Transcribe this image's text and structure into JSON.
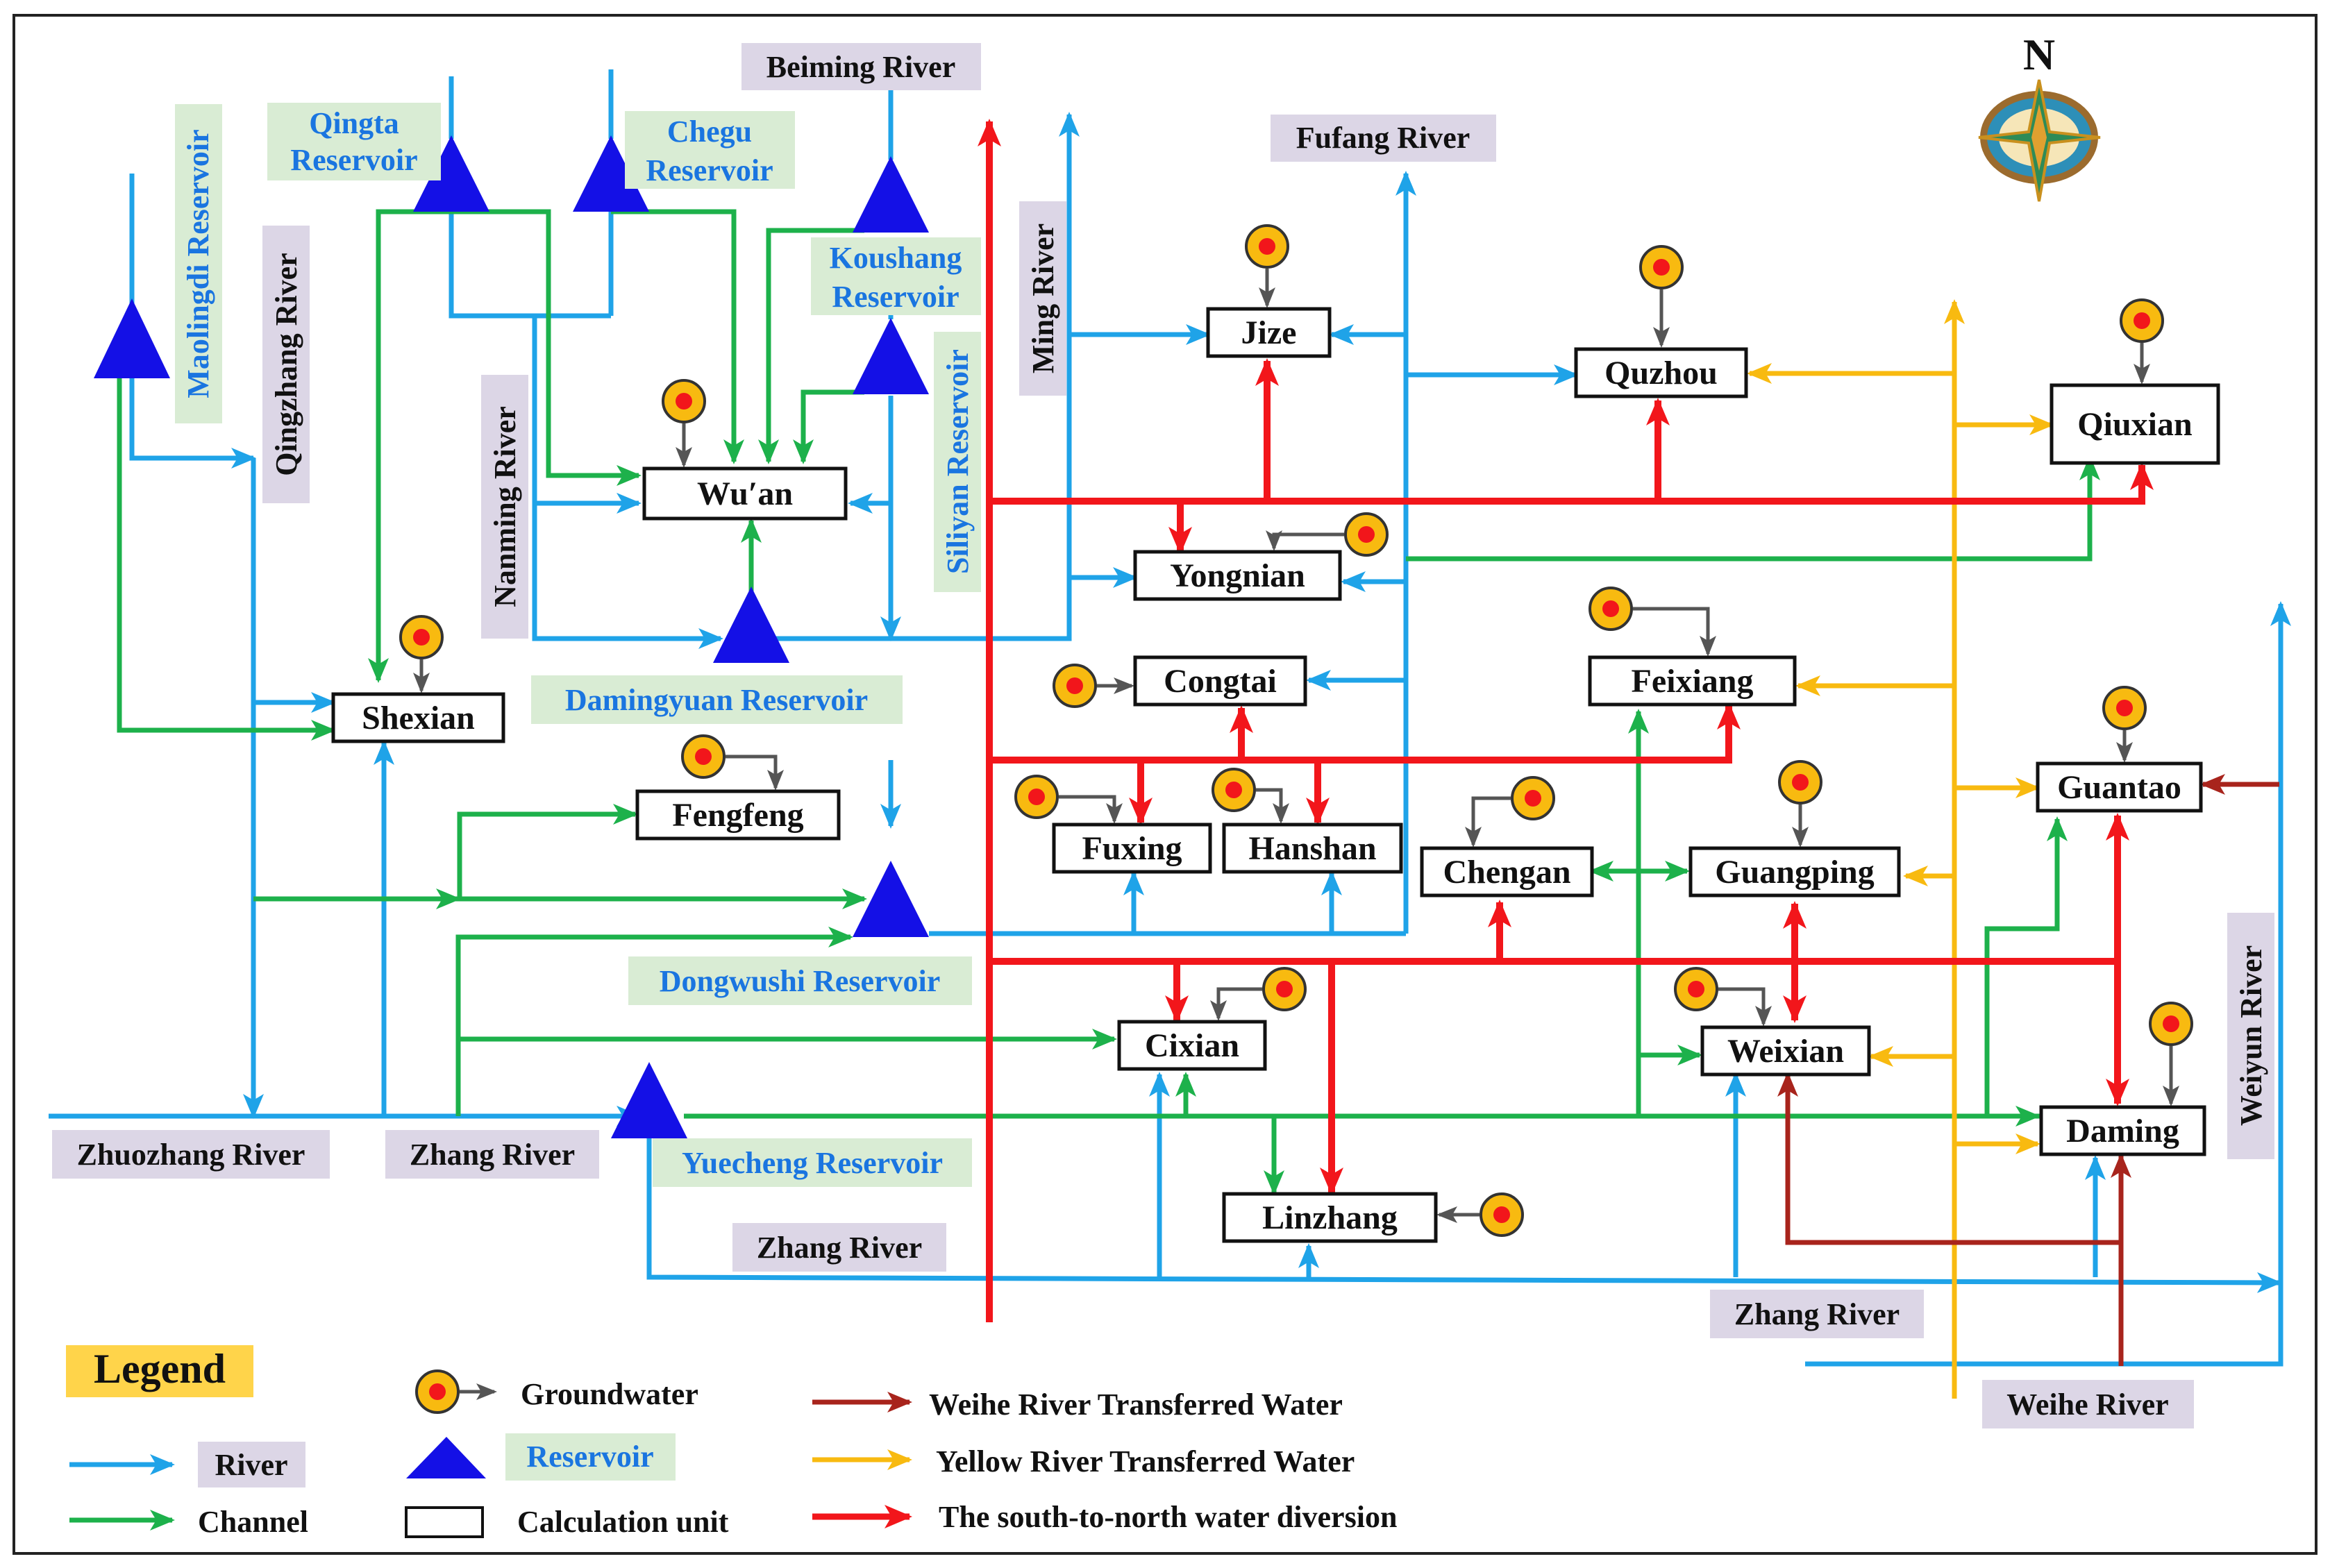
{
  "diagram": {
    "compass": "N",
    "colors": {
      "river": "#1FA3E8",
      "channel": "#1DB14B",
      "south_north": "#F2161B",
      "yellow_river": "#F8BA10",
      "weihe": "#A8241C",
      "reservoir": "#1410E6",
      "river_label_bg": "#DCD6E6",
      "reservoir_label_bg": "#D9ECD4",
      "reservoir_text": "#1A75E0",
      "legend_title_bg": "#FFD44A"
    },
    "units": [
      {
        "id": "jize",
        "label": "Jize"
      },
      {
        "id": "quzhou",
        "label": "Quzhou"
      },
      {
        "id": "qiuxian",
        "label": "Qiuxian"
      },
      {
        "id": "wuan",
        "label": "Wu′an"
      },
      {
        "id": "yongnian",
        "label": "Yongnian"
      },
      {
        "id": "congtai",
        "label": "Congtai"
      },
      {
        "id": "feixiang",
        "label": "Feixiang"
      },
      {
        "id": "shexian",
        "label": "Shexian"
      },
      {
        "id": "fengfeng",
        "label": "Fengfeng"
      },
      {
        "id": "fuxing",
        "label": "Fuxing"
      },
      {
        "id": "hanshan",
        "label": "Hanshan"
      },
      {
        "id": "chengan",
        "label": "Chengan"
      },
      {
        "id": "guangping",
        "label": "Guangping"
      },
      {
        "id": "guantao",
        "label": "Guantao"
      },
      {
        "id": "cixian",
        "label": "Cixian"
      },
      {
        "id": "weixian",
        "label": "Weixian"
      },
      {
        "id": "daming",
        "label": "Daming"
      },
      {
        "id": "linzhang",
        "label": "Linzhang"
      }
    ],
    "river_labels": [
      {
        "id": "beiming",
        "label": "Beiming River"
      },
      {
        "id": "fufang",
        "label": "Fufang River"
      },
      {
        "id": "ming",
        "label": "Ming River"
      },
      {
        "id": "qingzhang",
        "label": "Qingzhang River"
      },
      {
        "id": "nanming",
        "label": "Nanming River"
      },
      {
        "id": "zhuozhang",
        "label": "Zhuozhang River"
      },
      {
        "id": "zhang1",
        "label": "Zhang River"
      },
      {
        "id": "zhang2",
        "label": "Zhang River"
      },
      {
        "id": "zhang3",
        "label": "Zhang River"
      },
      {
        "id": "weiyun",
        "label": "Weiyun River"
      },
      {
        "id": "weihe",
        "label": "Weihe River"
      }
    ],
    "reservoir_labels": [
      {
        "id": "qingta",
        "label": [
          "Qingta",
          "Reservoir"
        ]
      },
      {
        "id": "chegu",
        "label": [
          "Chegu",
          "Reservoir"
        ]
      },
      {
        "id": "koushang",
        "label": [
          "Koushang",
          "Reservoir"
        ]
      },
      {
        "id": "maolingdi",
        "label": "Maolingdi Reservoir"
      },
      {
        "id": "siliyan",
        "label": "Siliyan Reservoir"
      },
      {
        "id": "damingyuan",
        "label": "Damingyuan Reservoir"
      },
      {
        "id": "dongwushi",
        "label": "Dongwushi Reservoir"
      },
      {
        "id": "yuecheng",
        "label": "Yuecheng Reservoir"
      }
    ],
    "legend": {
      "title": "Legend",
      "river": "River",
      "channel": "Channel",
      "groundwater": "Groundwater",
      "reservoir": "Reservoir",
      "calculation_unit": "Calculation unit",
      "weihe_transfer": "Weihe River Transferred Water",
      "yellow_transfer": "Yellow River Transferred Water",
      "south_north": "The south-to-north water diversion"
    }
  }
}
